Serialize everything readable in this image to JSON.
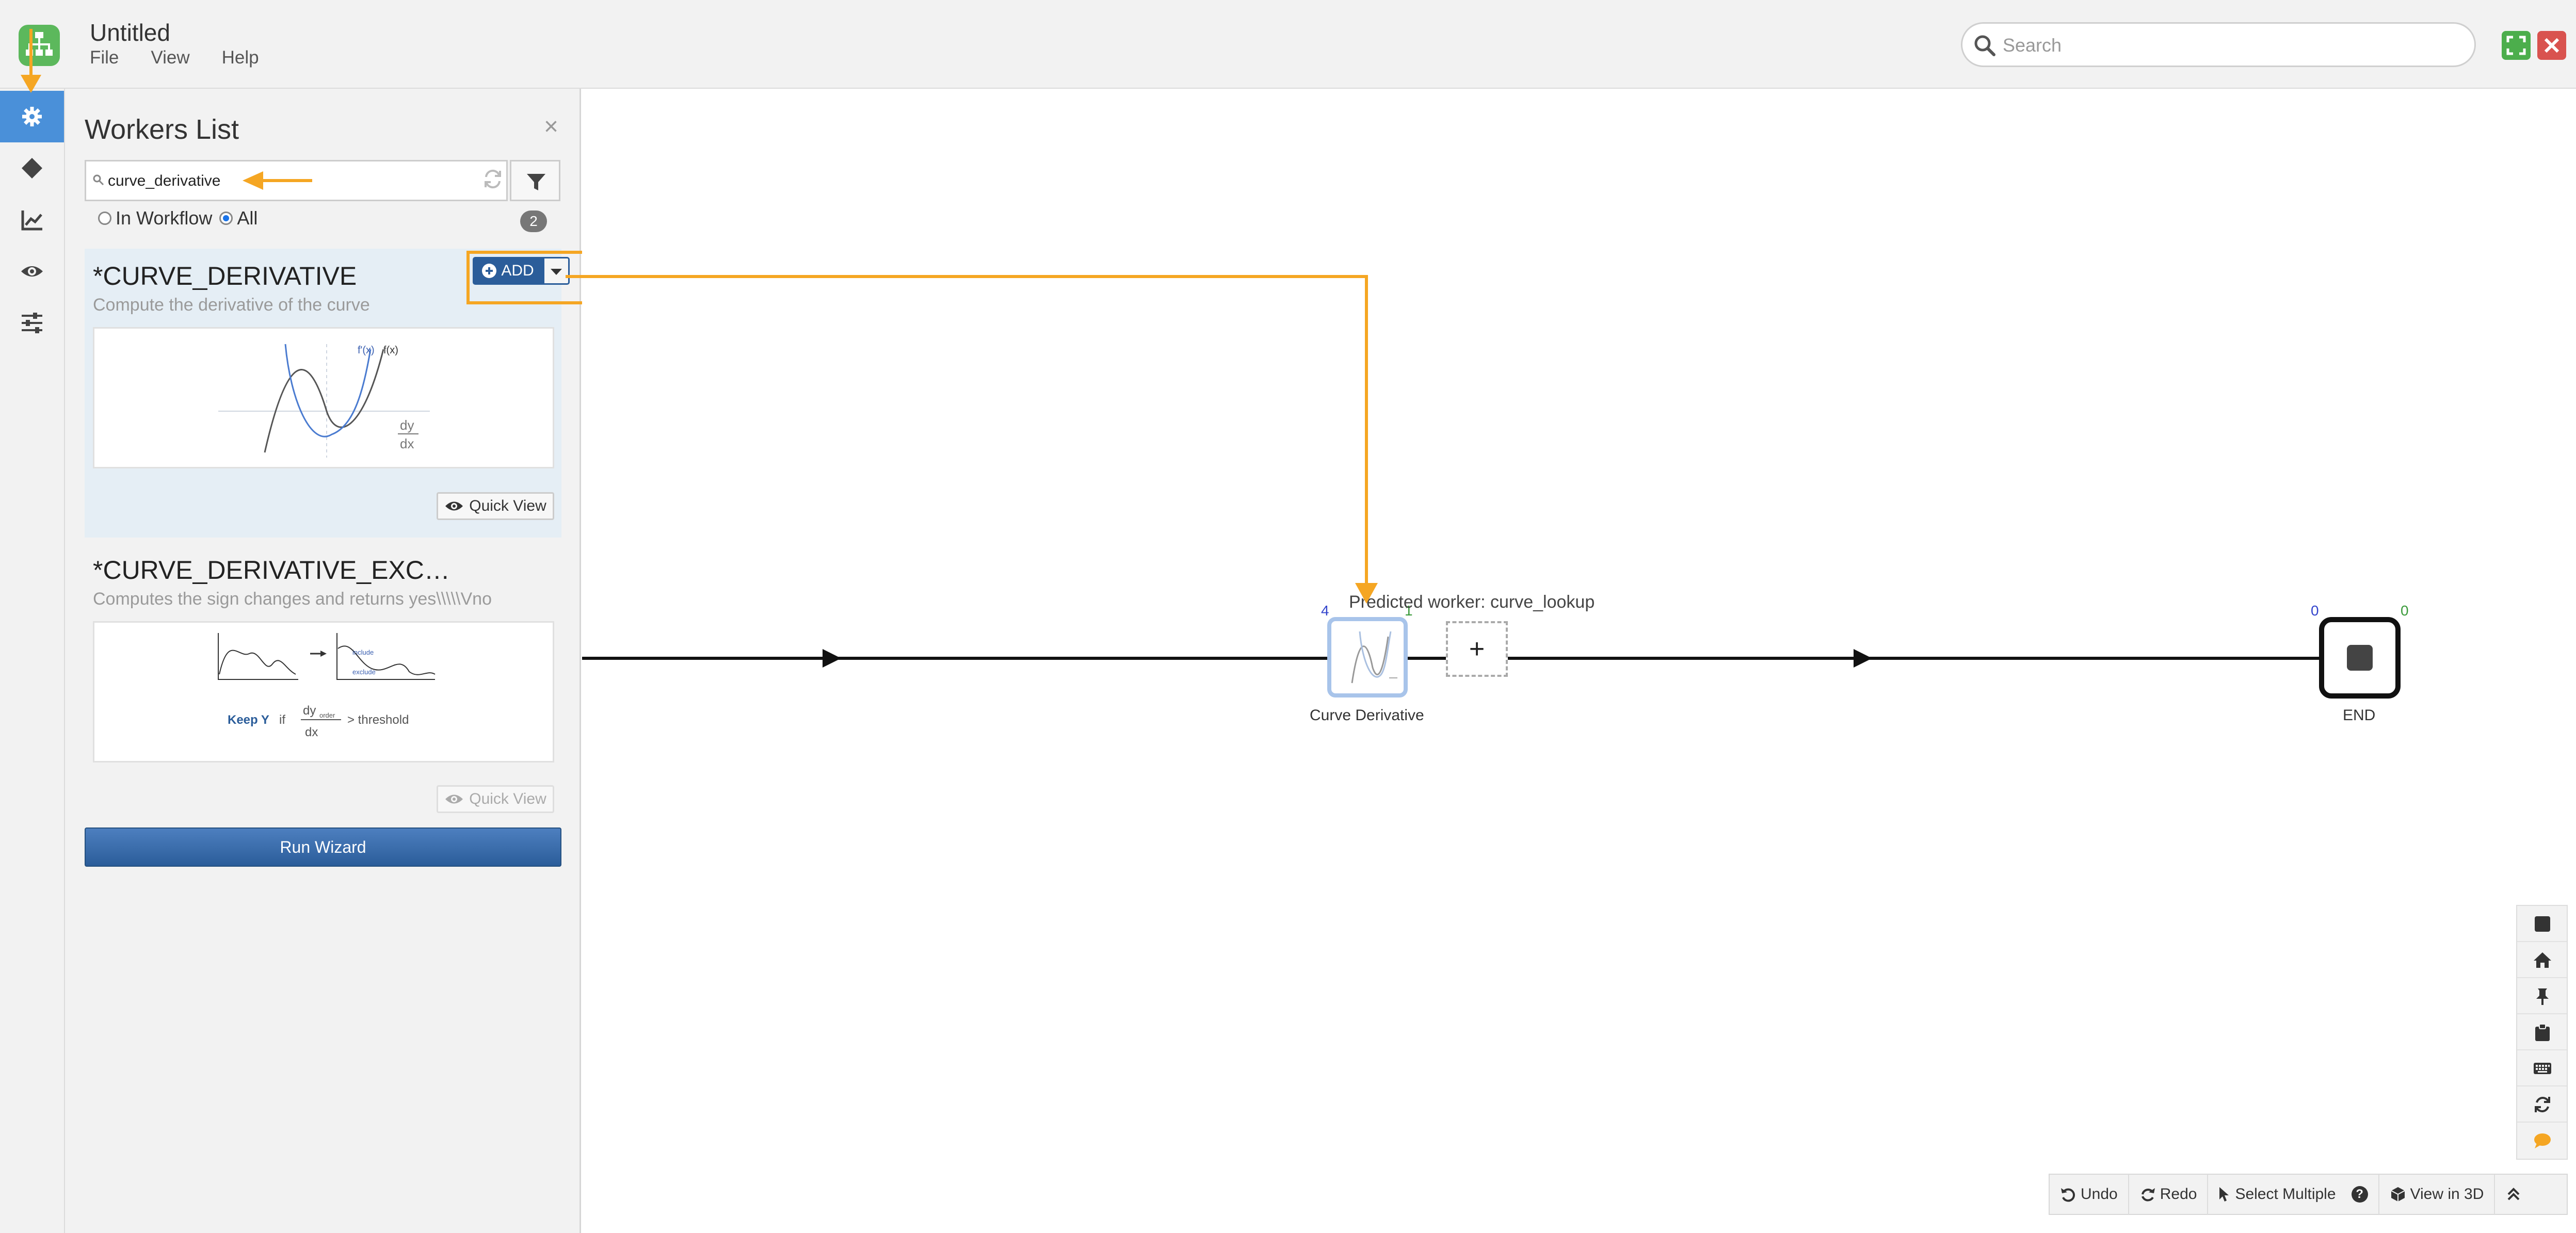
{
  "window": {
    "title": "Untitled"
  },
  "menu": [
    "File",
    "View",
    "Help"
  ],
  "search": {
    "placeholder": "Search",
    "value": ""
  },
  "colors": {
    "accent": "#f5a623",
    "primary": "#2b5d9a",
    "rail_active": "#4a90d9",
    "success": "#4cae4c",
    "danger": "#d9534f"
  },
  "rail": {
    "icons": [
      "gear-icon",
      "diamond-icon",
      "chart-line-icon",
      "eye-icon",
      "sliders-icon"
    ]
  },
  "panel": {
    "title": "Workers List",
    "search_value": "curve_derivative",
    "radio": [
      {
        "label": "In Workflow",
        "checked": false
      },
      {
        "label": "All",
        "checked": true
      }
    ],
    "count": "2",
    "workers": [
      {
        "name": "*CURVE_DERIVATIVE",
        "description": "Compute the derivative of the curve",
        "add_label": "ADD",
        "quick_view": "Quick View",
        "preview": {
          "labels": [
            "f'(x)",
            "f(x)",
            "dy",
            "dx"
          ]
        }
      },
      {
        "name": "*CURVE_DERIVATIVE_EXCEEDS_THRESHOLD",
        "description": "Computes the sign changes and returns yes\\\\\\\\\\Vno",
        "quick_view": "Quick View",
        "preview": {
          "labels": [
            "include",
            "exclude",
            "Keep Y",
            "if",
            "dy",
            "order",
            "dx",
            "> threshold"
          ]
        }
      }
    ],
    "run_wizard": "Run Wizard"
  },
  "canvas": {
    "predicted": "Predicted worker: curve_lookup",
    "nodes": {
      "curve": {
        "label": "Curve Derivative",
        "in_count": "4",
        "out_count": "1"
      },
      "end": {
        "label": "END",
        "in_count": "0",
        "out_count": "0"
      },
      "add_symbol": "+"
    }
  },
  "side_tools": [
    "stop-icon",
    "home-icon",
    "pin-icon",
    "clipboard-icon",
    "keyboard-icon",
    "refresh-icon",
    "chat-icon"
  ],
  "bottom_bar": {
    "undo": "Undo",
    "redo": "Redo",
    "select_multiple": "Select Multiple",
    "help": "?",
    "view3d": "View in 3D"
  }
}
